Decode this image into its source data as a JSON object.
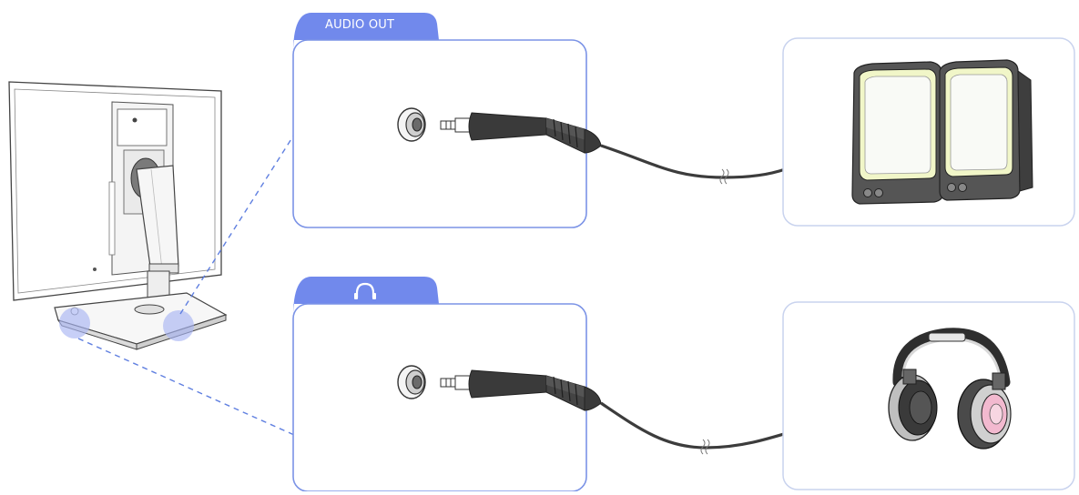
{
  "panels": {
    "audio_out": {
      "tab_label": "AUDIO OUT",
      "device": "speakers",
      "icon": "speaker-jack"
    },
    "headphone": {
      "tab_label": "",
      "icon": "headphone-icon",
      "device": "headphones"
    }
  },
  "colors": {
    "panel_border": "#7b93e6",
    "tab_fill": "#7189ec",
    "device_border": "#c9d3ee",
    "connector_dash": "#5f7fe0",
    "highlight": "#a9b6f2",
    "plug_body": "#3a3a3a",
    "cable": "#3c3c3c",
    "speaker_face": "#f3f7d6",
    "headphone_pad": "#f2b9cf"
  }
}
